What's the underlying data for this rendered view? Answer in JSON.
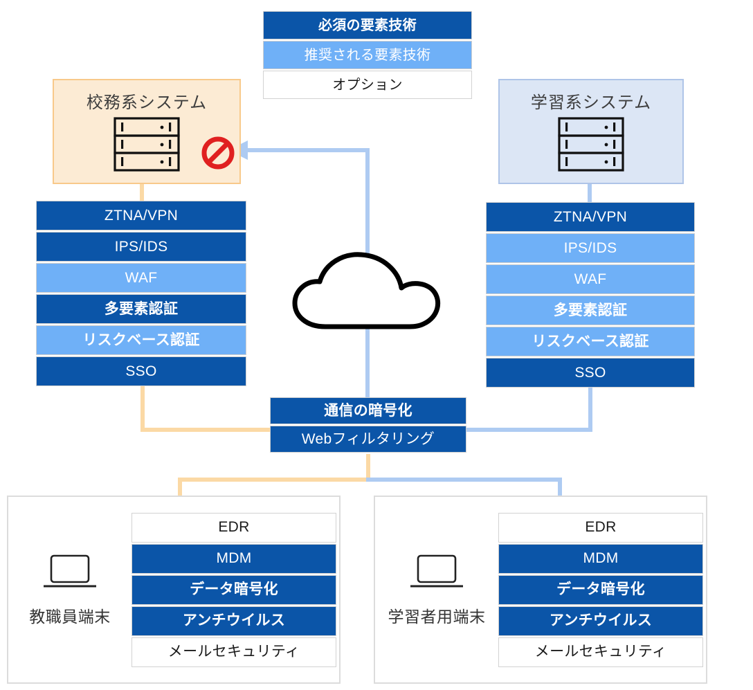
{
  "legend": {
    "title": "element-technology-legend",
    "items": [
      {
        "label": "必須の要素技術",
        "style": "dark",
        "weight": "bold"
      },
      {
        "label": "推奨される要素技術",
        "style": "light",
        "weight": "normal"
      },
      {
        "label": "オプション",
        "style": "plain",
        "weight": "normal"
      }
    ]
  },
  "systems": {
    "school": {
      "label": "校務系システム",
      "icon": "server-icon",
      "blocked": true,
      "block_icon": "prohibition-icon"
    },
    "learning": {
      "label": "学習系システム",
      "icon": "server-icon",
      "blocked": false
    }
  },
  "security_stack_left": {
    "owner": "校務系システム",
    "items": [
      {
        "label": "ZTNA/VPN",
        "style": "dark",
        "weight": "normal"
      },
      {
        "label": "IPS/IDS",
        "style": "dark",
        "weight": "normal"
      },
      {
        "label": "WAF",
        "style": "light",
        "weight": "normal"
      },
      {
        "label": "多要素認証",
        "style": "dark",
        "weight": "bold"
      },
      {
        "label": "リスクベース認証",
        "style": "light",
        "weight": "bold"
      },
      {
        "label": "SSO",
        "style": "dark",
        "weight": "normal"
      }
    ]
  },
  "security_stack_right": {
    "owner": "学習系システム",
    "items": [
      {
        "label": "ZTNA/VPN",
        "style": "dark",
        "weight": "normal"
      },
      {
        "label": "IPS/IDS",
        "style": "light",
        "weight": "normal"
      },
      {
        "label": "WAF",
        "style": "light",
        "weight": "normal"
      },
      {
        "label": "多要素認証",
        "style": "light",
        "weight": "bold"
      },
      {
        "label": "リスクベース認証",
        "style": "light",
        "weight": "bold"
      },
      {
        "label": "SSO",
        "style": "dark",
        "weight": "normal"
      }
    ]
  },
  "network_stack": {
    "icon": "cloud-icon",
    "items": [
      {
        "label": "通信の暗号化",
        "style": "dark",
        "weight": "bold"
      },
      {
        "label": "Webフィルタリング",
        "style": "dark",
        "weight": "normal"
      }
    ]
  },
  "devices": [
    {
      "label": "教職員端末",
      "icon": "laptop-icon",
      "items": [
        {
          "label": "EDR",
          "style": "plain",
          "weight": "normal"
        },
        {
          "label": "MDM",
          "style": "dark",
          "weight": "normal"
        },
        {
          "label": "データ暗号化",
          "style": "dark",
          "weight": "bold"
        },
        {
          "label": "アンチウイルス",
          "style": "dark",
          "weight": "bold"
        },
        {
          "label": "メールセキュリティ",
          "style": "plain",
          "weight": "normal"
        }
      ]
    },
    {
      "label": "学習者用端末",
      "icon": "laptop-icon",
      "items": [
        {
          "label": "EDR",
          "style": "plain",
          "weight": "normal"
        },
        {
          "label": "MDM",
          "style": "dark",
          "weight": "normal"
        },
        {
          "label": "データ暗号化",
          "style": "dark",
          "weight": "bold"
        },
        {
          "label": "アンチウイルス",
          "style": "dark",
          "weight": "bold"
        },
        {
          "label": "メールセキュリティ",
          "style": "plain",
          "weight": "normal"
        }
      ]
    }
  ],
  "colors": {
    "required": "#0B55A8",
    "recommended": "#6FB0F7",
    "option": "#FFFFFF",
    "school_fill": "#FCEBD4",
    "school_border": "#F8C98A",
    "learning_fill": "#DCE6F5",
    "learning_border": "#AEC4E8",
    "connector_orange": "#FBD9A5",
    "connector_blue": "#AECBF2",
    "block_red": "#E02020"
  },
  "connectors": [
    {
      "name": "learning-to-school-blocked",
      "color": "#AECBF2",
      "arrow": "left"
    },
    {
      "name": "school-stack-to-network",
      "color": "#FBD9A5"
    },
    {
      "name": "learning-stack-to-network",
      "color": "#AECBF2"
    },
    {
      "name": "network-to-teacher-device",
      "color": "#FBD9A5"
    },
    {
      "name": "network-to-student-device",
      "color": "#AECBF2"
    }
  ]
}
